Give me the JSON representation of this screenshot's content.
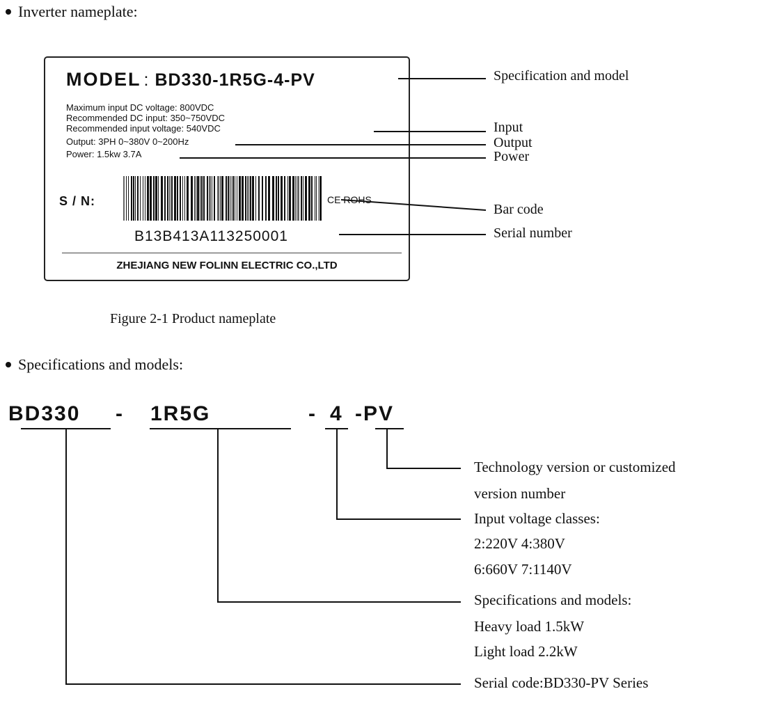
{
  "sections": {
    "nameplate_heading": "Inverter nameplate:",
    "models_heading": "Specifications and models:"
  },
  "nameplate": {
    "model_label": "MODEL",
    "model_sep": ":",
    "model_value": "BD330-1R5G-4-PV",
    "specs": [
      "Maximum input DC voltage: 800VDC",
      "Recommended DC input: 350~750VDC",
      "Recommended input voltage: 540VDC",
      "Output: 3PH 0~380V 0~200Hz",
      "Power: 1.5kw  3.7A"
    ],
    "sn_label": "S / N:",
    "cert": "CE  ROHS",
    "serial": "B13B413A113250001",
    "company": "ZHEJIANG NEW FOLINN ELECTRIC CO.,LTD"
  },
  "callouts": {
    "spec_model": "Specification and model",
    "input": "Input",
    "output": "Output",
    "power": "Power",
    "bar_code": "Bar code",
    "serial_number": "Serial number"
  },
  "caption": "Figure  2-1 Product nameplate",
  "model_code": {
    "series": "BD330",
    "dash1": "-",
    "spec": "1R5G",
    "dash2": "-",
    "voltage": "4",
    "version": "-PV"
  },
  "descriptions": {
    "version_1": "Technology version or customized",
    "version_2": "version number",
    "voltage_1": "Input voltage classes:",
    "voltage_2": "2:220V  4:380V",
    "voltage_3": "6:660V  7:1140V",
    "spec_1": "Specifications and models:",
    "spec_2": "Heavy load 1.5kW",
    "spec_3": "Light load 2.2kW",
    "series_1": "Serial code:BD330-PV Series"
  }
}
